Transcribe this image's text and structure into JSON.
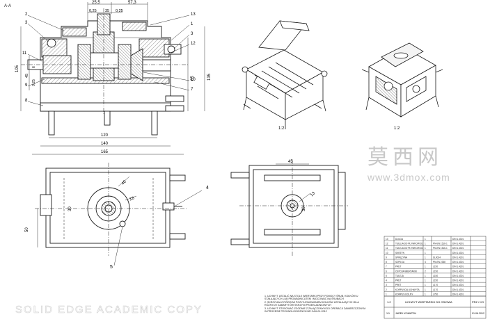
{
  "section_label": "A-A",
  "views": {
    "section": {
      "dims_top": [
        "25,5",
        "57,3"
      ],
      "dims_top2": [
        "0,25",
        "35",
        "0,25"
      ],
      "dims_left": [
        "105",
        "45",
        "0,25",
        "6"
      ],
      "dims_right": [
        "65",
        "135"
      ],
      "dims_bottom": [
        "120",
        "140",
        "165"
      ],
      "callouts_left": [
        "2",
        "3",
        "11",
        "9",
        "8"
      ],
      "callouts_right": [
        "13",
        "1",
        "3",
        "12",
        "10",
        "7"
      ]
    },
    "iso_scale_1": "1:2",
    "iso_scale_2": "1:2",
    "top_view": {
      "dims": [
        "40",
        "30",
        "18",
        "50"
      ],
      "callouts": [
        "4",
        "5"
      ]
    },
    "side_view": {
      "dims": [
        "45",
        "30",
        "13"
      ]
    }
  },
  "watermark": {
    "cn": "莫西网",
    "url": "www.3dmox.com"
  },
  "footer_watermark": "SOLID EDGE ACADEMIC COPY",
  "notes": [
    "1. UCHWYT USTALIĆ NA STOLE WIERTARKI PRZY POMOCY ŚRUB, KOŁKÓW U",
    "STAŁAJĄCYCH LUB PROWADNICUTEM I MOCOWAĆ NA ŚRUBACH",
    "2. SKRZYNKA Z RÓŻNYMI POZYCJONOWANIEM KOŁKÓW USTALAJĄCYCH DLA",
    "RÓŻNYCH GABARYTÓW SKRZYNI PRZEKŁADNIOWYCH",
    "3. UCHWYT STOSOWAĆ ZGODNIE Z ZAŁĄCZONYM DO OPERACJI ZAMIERZCZONYM",
    "W PROCESIE TECHNOLOGICZNYM NR CAH-01-2012"
  ],
  "bom": [
    [
      "13",
      "DŁUGA",
      "1",
      "",
      "DIN 1.4301"
    ],
    [
      "12",
      "TULEJA DO PŁYWKOW D1",
      "1",
      "PN-EN 1516-1",
      "DIN 1.4301"
    ],
    [
      "11",
      "TULEJA DO PŁYWKOW D2",
      "1",
      "PN-EN 1516-1",
      "DIN 1.4301"
    ],
    [
      "10",
      "SKRZYN",
      "1",
      "",
      "DIN 1.4301"
    ],
    [
      "9",
      "SPRĘŻYNA",
      "1",
      "SL0024",
      "DIN 1.4301"
    ],
    [
      "8",
      "SZPILKA",
      "4",
      "PN-EN 2338",
      "DIN 1.4301"
    ],
    [
      "7",
      "PRET",
      "1",
      "L150",
      "DIN 1.4301"
    ],
    [
      "6",
      "OSTOJA WIERTARKI",
      "2",
      "L150",
      "DIN 1.4301"
    ],
    [
      "5",
      "TULEJA",
      "1",
      "L150",
      "DIN 1.4301"
    ],
    [
      "4",
      "PRET",
      "1",
      "L150",
      "DIN 1.4301"
    ],
    [
      "3",
      "PRET",
      "1",
      "L170",
      "DIN 1.4301"
    ],
    [
      "2",
      "KORPUSOA UCHWYTA",
      "1",
      "L170",
      "DIN 1.4301"
    ],
    [
      "1",
      "KORPUS DOLNY",
      "1",
      "L750",
      "DIN 1.4301"
    ]
  ],
  "title_block": {
    "scale": "1:2",
    "title": "UCHWYT WIERTARSKI DO OSIOWA",
    "author": "JAREK KOMATSU",
    "date": "01.06.2012",
    "org": "PRZ / KO",
    "sheet": "1/1"
  }
}
